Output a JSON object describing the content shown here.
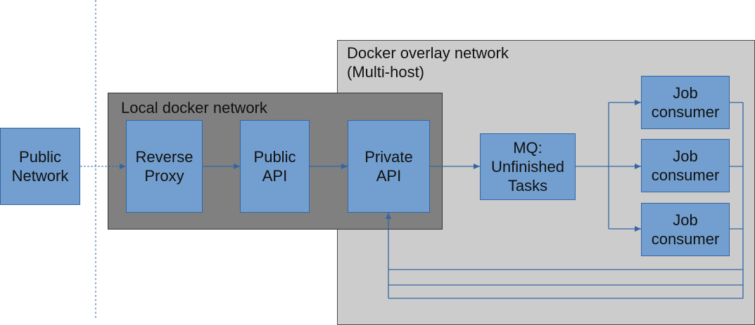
{
  "regions": {
    "overlay_network_title": "Docker overlay network\n(Multi-host)",
    "local_network_title": "Local docker network"
  },
  "nodes": {
    "public_network": "Public\nNetwork",
    "reverse_proxy": "Reverse\nProxy",
    "public_api": "Public\nAPI",
    "private_api": "Private\nAPI",
    "mq": "MQ:\nUnfinished\nTasks",
    "job_consumer_1": "Job\nconsumer",
    "job_consumer_2": "Job\nconsumer",
    "job_consumer_3": "Job\nconsumer"
  },
  "colors": {
    "node_fill": "#729fcf",
    "node_border": "#3465a4",
    "overlay_fill": "#cccccc",
    "local_fill": "#808080",
    "connector": "#3465a4"
  }
}
